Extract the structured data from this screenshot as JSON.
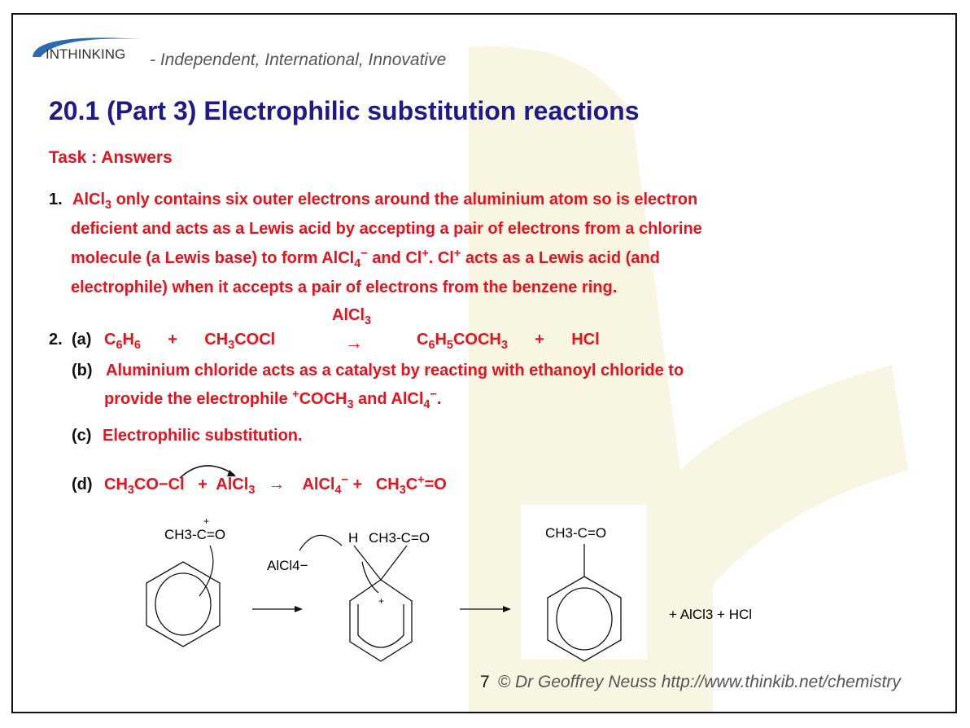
{
  "header": {
    "logo_text": "INTHINKING",
    "tagline": "- Independent, International, Innovative"
  },
  "title": "20.1 (Part 3) Electrophilic substitution reactions",
  "task_heading": "Task : Answers",
  "q1": {
    "number": "1.",
    "lines": [
      [
        [
          "AlCl",
          ""
        ],
        [
          "3",
          "sub"
        ],
        [
          " only contains six outer electrons around the aluminium atom so is electron",
          ""
        ]
      ],
      [
        [
          "deficient and acts as a Lewis acid by accepting a pair of electrons from a chlorine",
          ""
        ]
      ],
      [
        [
          "molecule (a Lewis base) to form AlCl",
          ""
        ],
        [
          "4",
          "sub"
        ],
        [
          "−",
          "sup"
        ],
        [
          " and Cl",
          ""
        ],
        [
          "+",
          "sup"
        ],
        [
          ". Cl",
          ""
        ],
        [
          "+",
          "sup"
        ],
        [
          " acts as a Lewis acid (and",
          ""
        ]
      ],
      [
        [
          "electrophile) when it accepts a pair of electrons from the benzene ring.",
          ""
        ]
      ]
    ]
  },
  "q2": {
    "number": "2.",
    "a": {
      "label": "(a)",
      "catalyst": [
        [
          "AlCl",
          ""
        ],
        [
          "3",
          "sub"
        ]
      ],
      "arrow": "→",
      "eq": [
        [
          "C",
          ""
        ],
        [
          "6",
          "sub"
        ],
        [
          "H",
          ""
        ],
        [
          "6",
          "sub"
        ],
        [
          "      +      CH",
          ""
        ],
        [
          "3",
          "sub"
        ],
        [
          "COCl",
          ""
        ]
      ],
      "products": [
        [
          "C",
          ""
        ],
        [
          "6",
          "sub"
        ],
        [
          "H",
          ""
        ],
        [
          "5",
          "sub"
        ],
        [
          "COCH",
          ""
        ],
        [
          "3",
          "sub"
        ],
        [
          "      +      HCl",
          ""
        ]
      ]
    },
    "b": {
      "label": "(b)",
      "lines": [
        [
          [
            "Aluminium chloride acts as a catalyst by reacting with ethanoyl chloride to",
            ""
          ]
        ],
        [
          [
            "provide the electrophile ",
            ""
          ],
          [
            "+",
            "sup"
          ],
          [
            "COCH",
            ""
          ],
          [
            "3",
            "sub"
          ],
          [
            " and AlCl",
            ""
          ],
          [
            "4",
            "sub"
          ],
          [
            "−",
            "sup"
          ],
          [
            ".",
            ""
          ]
        ]
      ]
    },
    "c": {
      "label": "(c)",
      "text": [
        [
          "Electrophilic substitution.",
          ""
        ]
      ]
    },
    "d": {
      "label": "(d)",
      "text": [
        [
          "CH",
          ""
        ],
        [
          "3",
          "sub"
        ],
        [
          "CO−Cl   +  AlCl",
          ""
        ],
        [
          "3",
          "sub"
        ],
        [
          "   →    AlCl",
          ""
        ],
        [
          "4",
          "sub"
        ],
        [
          "−",
          "sup"
        ],
        [
          " +   CH",
          ""
        ],
        [
          "3",
          "sub"
        ],
        [
          "C",
          ""
        ],
        [
          "+",
          "sup"
        ],
        [
          "=O",
          ""
        ]
      ]
    }
  },
  "mechanism": {
    "acylium": "CH3-C=O",
    "plus": "+",
    "alcl4": "AlCl4−",
    "h": "H",
    "intermediate_group": "CH3-C=O",
    "product_group": "CH3-C=O",
    "byproducts": "+ AlCl3  +  HCl"
  },
  "footer": {
    "page": "7",
    "credit": "© Dr Geoffrey Neuss http://www.thinkib.net/chemistry"
  },
  "colors": {
    "title": "#1e1a8a",
    "answer": "#e8121c",
    "logo": "#2a6bb0"
  }
}
